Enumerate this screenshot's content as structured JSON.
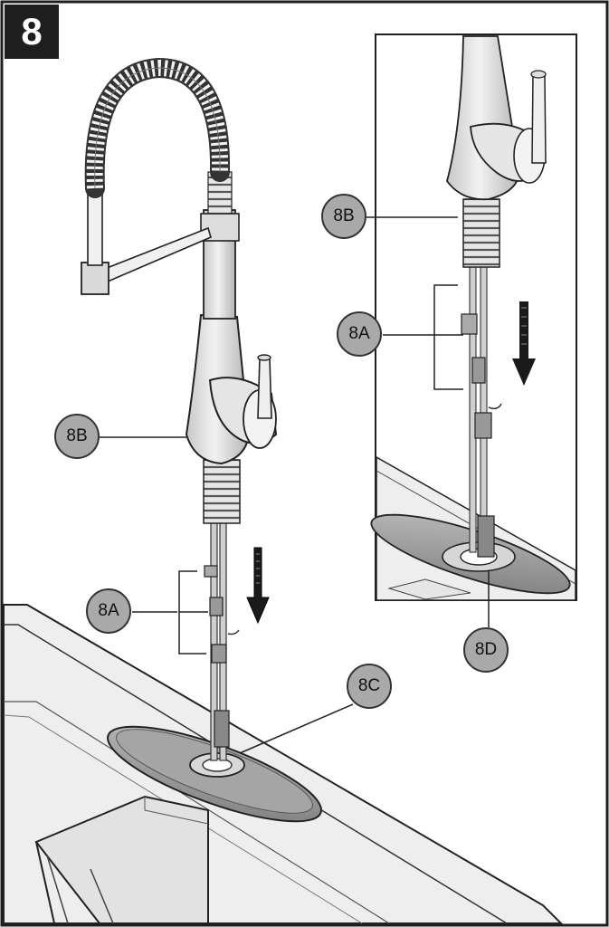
{
  "step": {
    "number": "8"
  },
  "callouts": {
    "main_8b": "8B",
    "main_8a": "8A",
    "main_8c": "8C",
    "inset_8b": "8B",
    "inset_8a": "8A",
    "inset_8d": "8D"
  },
  "colors": {
    "border": "#1e1e1e",
    "callout_fill": "#a9a9a9",
    "metal": "#d6d6d6",
    "plate": "#8a8a8a",
    "counter": "#ededed"
  }
}
